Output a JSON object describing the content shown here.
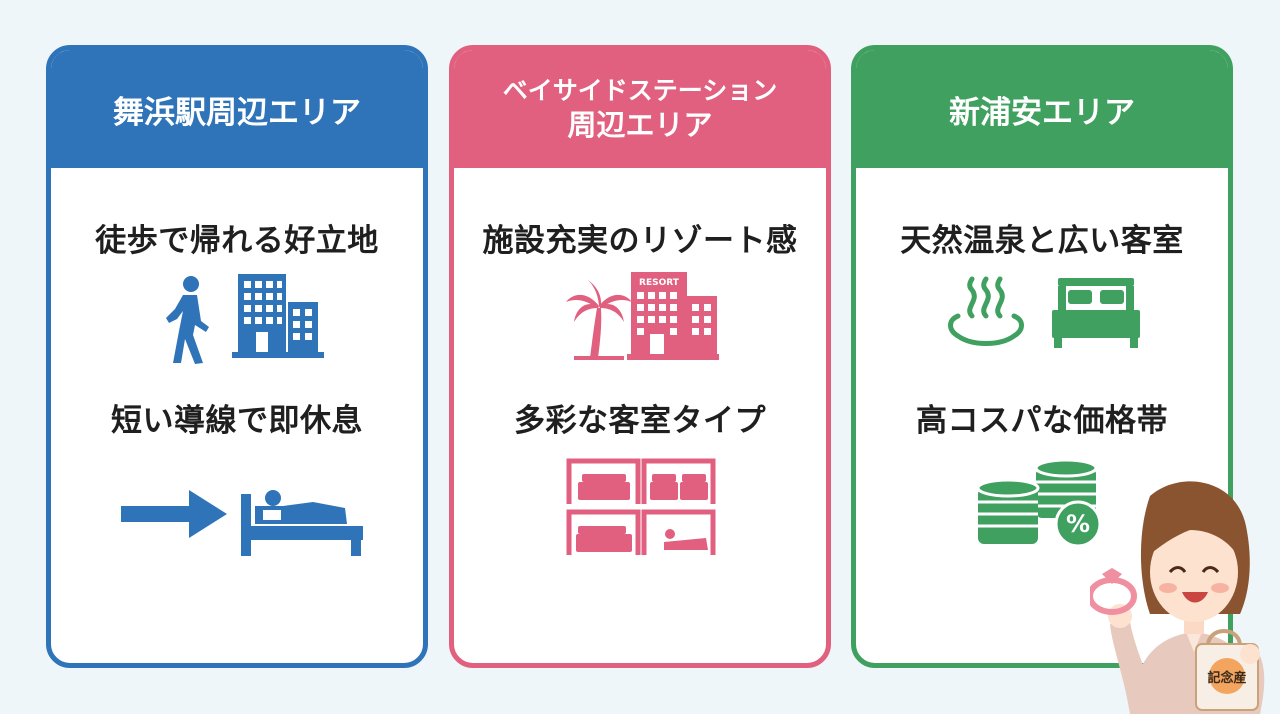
{
  "colors": {
    "blue": "#2f74b9",
    "pink": "#e1607f",
    "green": "#3fa060"
  },
  "cards": [
    {
      "title": "舞浜駅周辺エリア",
      "features": [
        "徒歩で帰れる好立地",
        "短い導線で即休息"
      ],
      "icons": [
        "walking-person-icon",
        "building-icon",
        "arrow-right-icon",
        "person-in-bed-icon"
      ]
    },
    {
      "title_line1": "ベイサイドステーション",
      "title_line2": "周辺エリア",
      "features": [
        "施設充実のリゾート感",
        "多彩な客室タイプ"
      ],
      "icons": [
        "palm-tree-icon",
        "resort-hotel-icon",
        "room-types-grid-icon"
      ],
      "resort_sign": "RESORT"
    },
    {
      "title": "新浦安エリア",
      "features": [
        "天然温泉と広い客室",
        "高コスパな価格帯"
      ],
      "icons": [
        "hot-spring-icon",
        "double-bed-icon",
        "coins-percent-icon"
      ],
      "percent_symbol": "%"
    }
  ],
  "character": {
    "bag_label": "記念産"
  }
}
